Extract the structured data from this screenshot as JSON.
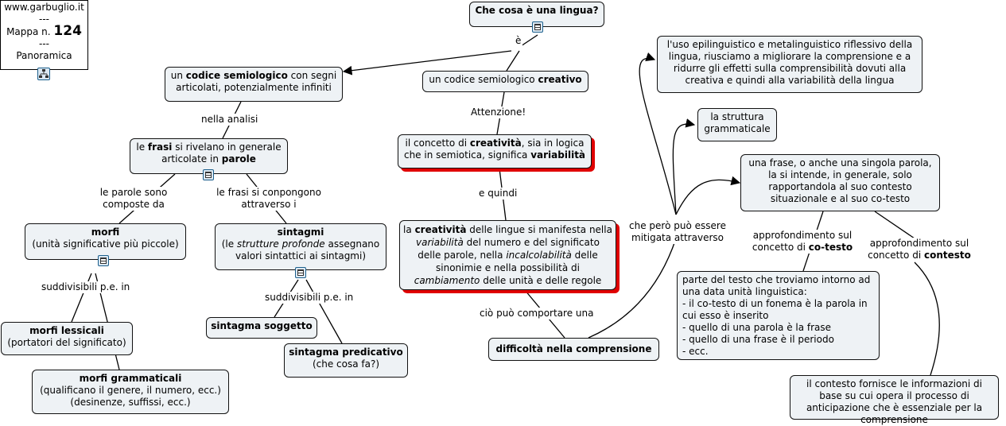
{
  "colors": {
    "node_fill": "#eef2f5",
    "border": "#111111",
    "highlight_shadow": "#e00000",
    "icon": "#1c5f8c"
  },
  "info": {
    "site": "www.garbuglio.it",
    "sep": "---",
    "map_label": "Mappa n.",
    "map_number": "124",
    "view": "Panoramica"
  },
  "nodes": {
    "root": {
      "text": "Che cosa è una lingua?"
    },
    "codice": {
      "pre": "un ",
      "bold": "codice semiologico",
      "post": " con segni articolati, potenzialmente infiniti"
    },
    "creativo": {
      "pre": "un codice semiologico ",
      "bold": "creativo"
    },
    "frasi": {
      "p1": "le ",
      "b1": "frasi",
      "p2": " si rivelano in generale articolate in ",
      "b2": "parole"
    },
    "creativita": {
      "p1": "il concetto di ",
      "b1": "creatività",
      "p2": ", sia in logica che in semiotica, significa ",
      "b2": "variabilità"
    },
    "morfi": {
      "bold": "morfi",
      "sub": "(unità significative più piccole)"
    },
    "sintagmi": {
      "bold": "sintagmi",
      "p1": "(le ",
      "i1": "strutture profonde",
      "p2": "  assegnano valori sintattici ai sintagmi)"
    },
    "creativita_lingue": {
      "p1": "la ",
      "b1": "creatività",
      "p2": " delle lingue si manifesta nella ",
      "i1": "variabilità",
      "p3": "  del numero e del significato delle parole, nella ",
      "i2": "incalcolabilità",
      "p4": " delle sinonimie e nella possibilità di ",
      "i3": "cambiamento",
      "p5": "  delle unità e delle regole"
    },
    "lessicali": {
      "bold": "morfi lessicali",
      "sub": "(portatori del significato)"
    },
    "grammaticali": {
      "bold": "morfi grammaticali",
      "sub": "(qualificano il genere, il numero, ecc.) (desinenze, suffissi, ecc.)"
    },
    "soggetto": {
      "bold": "sintagma soggetto"
    },
    "predicativo": {
      "bold": "sintagma predicativo",
      "sub": "(che cosa fa?)"
    },
    "difficolta": {
      "bold": "difficoltà nella comprensione"
    },
    "uso": {
      "text": "l'uso epilinguistico e metalinguistico riflessivo della lingua, riusciamo a migliorare la comprensione e a ridurre gli effetti sulla comprensibilità dovuti alla creativa e quindi alla variabilità della lingua"
    },
    "struttura": {
      "text": "la struttura grammaticale"
    },
    "frase_contesto": {
      "text": "una frase, o anche una singola parola, la si intende, in generale, solo rapportandola al suo contesto situazionale e al suo co-testo"
    },
    "cotesto": {
      "lines": [
        "parte del testo che troviamo intorno ad una data unità linguistica:",
        "- il co-testo di un fonema è la parola in cui esso è inserito",
        "- quello di una parola è la frase",
        "- quello di una frase è il periodo",
        "- ecc."
      ]
    },
    "contesto": {
      "text": "il contesto fornisce le informazioni di base su cui opera il processo di anticipazione che è essenziale per la comprensione"
    }
  },
  "labels": {
    "e": "è",
    "nella_analisi": "nella analisi",
    "attenzione": "Attenzione!",
    "parole_composte": "le parole sono composte da",
    "frasi_compongono": "le frasi si conpongono attraverso i",
    "e_quindi": "e quindi",
    "suddivisibili1": "suddivisibili p.e. in",
    "suddivisibili2": "suddivisibili p.e. in",
    "comportare": "ciò può comportare una",
    "mitigata": "che però può essere mitigata attraverso",
    "appr_cotesto_pre": "approfondimento sul concetto di ",
    "appr_cotesto_bold": "co-testo",
    "appr_contesto_pre": "approfondimento sul concetto di ",
    "appr_contesto_bold": "contesto"
  }
}
